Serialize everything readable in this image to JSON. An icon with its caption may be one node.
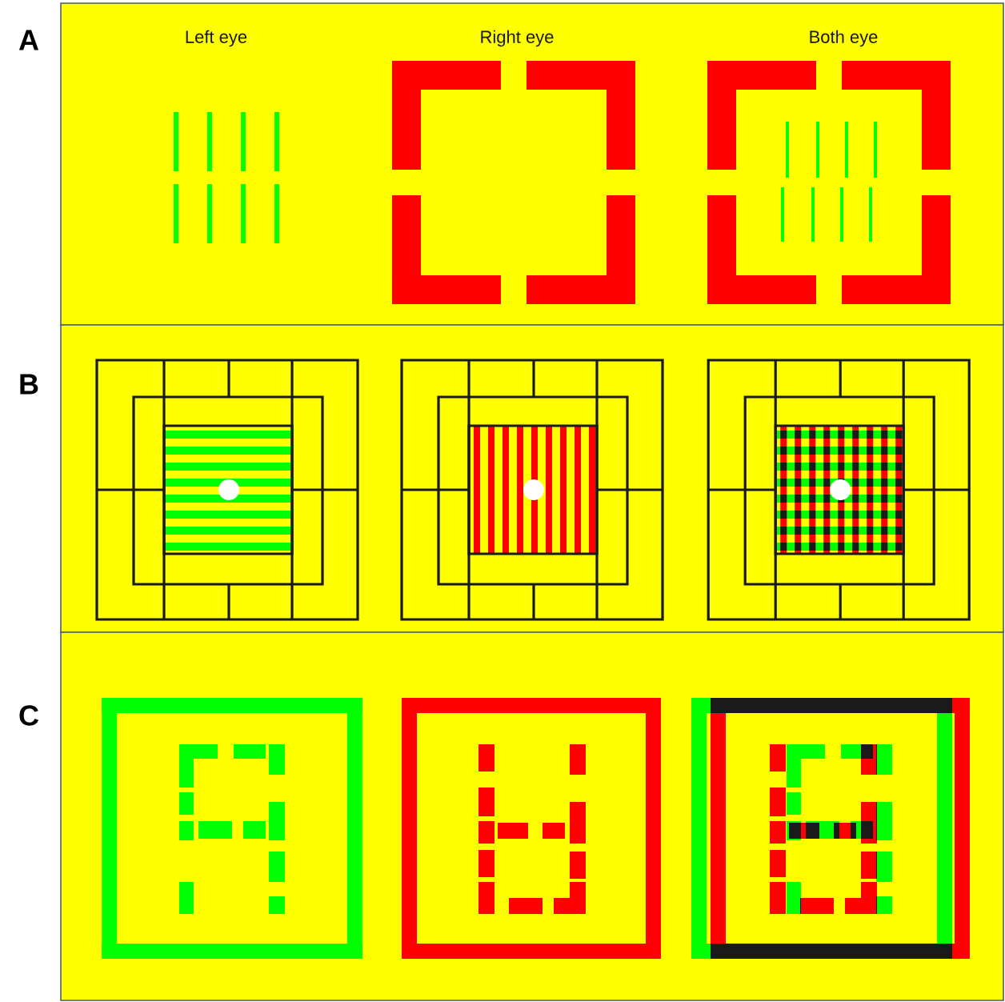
{
  "diagram": {
    "labels": [
      "A",
      "Left eye",
      "Right eye",
      "Both eye",
      "B",
      "C"
    ]
  }
}
